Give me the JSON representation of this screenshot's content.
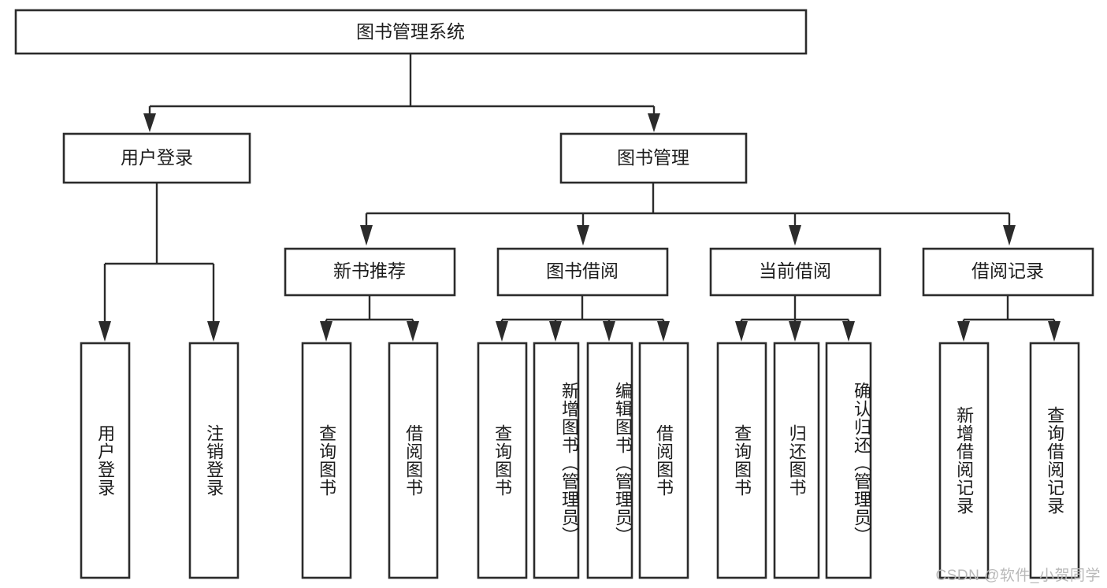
{
  "diagram": {
    "type": "hierarchy-tree",
    "title": "图书管理系统",
    "watermark": "CSDN @软件_小贺同学",
    "colors": {
      "background": "#ffffff",
      "box_border": "#2b2b2b",
      "box_fill": "#ffffff",
      "connector": "#2b2b2b",
      "text": "#1c1c1c",
      "watermark": "#b9b9b9"
    },
    "root": {
      "label": "图书管理系统"
    },
    "level2": [
      {
        "label": "用户登录"
      },
      {
        "label": "图书管理"
      }
    ],
    "level3": [
      {
        "label": "新书推荐"
      },
      {
        "label": "图书借阅"
      },
      {
        "label": "当前借阅"
      },
      {
        "label": "借阅记录"
      }
    ],
    "leaves": {
      "user_login": [
        {
          "label": "用户登录"
        },
        {
          "label": "注销登录"
        }
      ],
      "new_book_recommend": [
        {
          "label": "查询图书"
        },
        {
          "label": "借阅图书"
        }
      ],
      "book_borrow": [
        {
          "label": "查询图书"
        },
        {
          "label": "新增图书（管理员）"
        },
        {
          "label": "编辑图书（管理员）"
        },
        {
          "label": "借阅图书"
        }
      ],
      "current_borrow": [
        {
          "label": "查询图书"
        },
        {
          "label": "归还图书"
        },
        {
          "label": "确认归还（管理员）"
        }
      ],
      "borrow_record": [
        {
          "label": "新增借阅记录"
        },
        {
          "label": "查询借阅记录"
        }
      ]
    }
  }
}
